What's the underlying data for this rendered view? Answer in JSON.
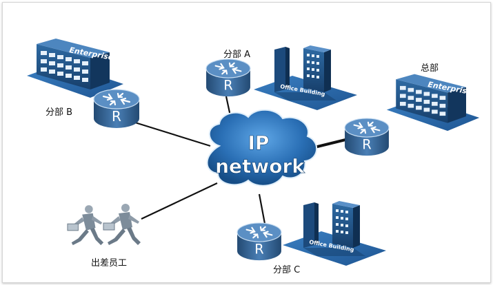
{
  "cloud": {
    "line1": "IP",
    "line2": "network"
  },
  "buildings": {
    "enterprise": "Enterprise",
    "office": "Office Building"
  },
  "router_glyph": "R",
  "labels": {
    "branch_a": "分部 A",
    "branch_b": "分部 B",
    "branch_c": "分部 C",
    "headquarters": "总部",
    "travel_staff": "出差员工"
  },
  "colors": {
    "router_blue": "#2f5d8c",
    "building_blue": "#1f4f82",
    "platform": "#2f6aa6",
    "cloud": "#2a6fb5",
    "link": "#111111"
  },
  "icons": [
    "router-icon",
    "enterprise-building-icon",
    "office-building-icon",
    "ip-network-cloud-icon",
    "mobile-workers-icon"
  ]
}
